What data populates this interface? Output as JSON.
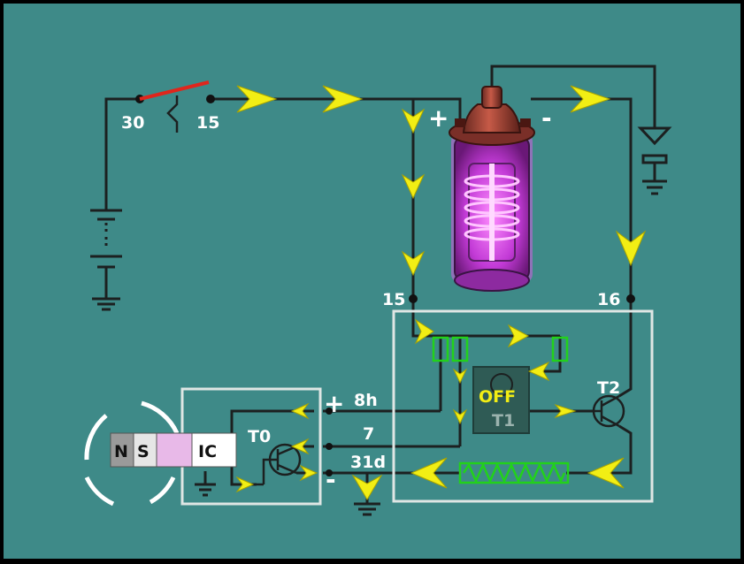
{
  "terminals": {
    "t30": "30",
    "t15_switch": "15",
    "t15_module": "15",
    "t16": "16",
    "t8h": "8h",
    "t7": "7",
    "t31d": "31d"
  },
  "coil": {
    "plus": "+",
    "minus": "-"
  },
  "sensor": {
    "plus": "+",
    "minus": "-"
  },
  "transistors": {
    "t0": "T0",
    "t1": "T1",
    "t2": "T2"
  },
  "state": {
    "off": "OFF"
  },
  "magnet": {
    "north": "N",
    "south": "S",
    "ic": "IC"
  },
  "colors": {
    "background": "#3e8a88",
    "wire": "#1c2020",
    "arrow": "#f2ee14",
    "box": "#dfe6e4",
    "resistor": "#22d11b",
    "switch_lever": "#e0261c",
    "coil_glow": "#d455e6",
    "t1_box": "#2f5b55"
  }
}
